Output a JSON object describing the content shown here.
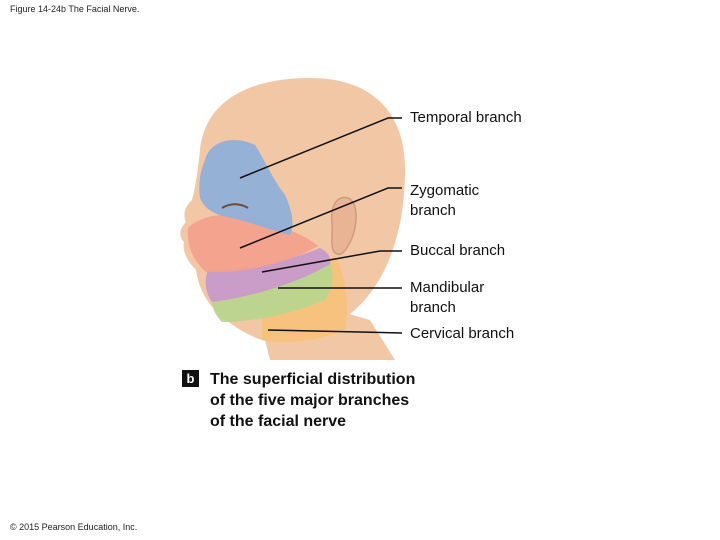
{
  "figure_title": "Figure 14-24b The Facial Nerve.",
  "labels": {
    "temporal": [
      "Temporal branch"
    ],
    "zygomatic": [
      "Zygomatic",
      "branch"
    ],
    "buccal": [
      "Buccal branch"
    ],
    "mandibular": [
      "Mandibular",
      "branch"
    ],
    "cervical": [
      "Cervical branch"
    ]
  },
  "caption": {
    "badge": "b",
    "lines": [
      "The superficial distribution",
      "of the five major branches",
      "of the facial nerve"
    ]
  },
  "copyright": "© 2015 Pearson Education, Inc.",
  "colors": {
    "skin": "#f2c7a6",
    "skin_shadow": "#e0a98a",
    "temporal": "#8fb1d8",
    "zygomatic": "#f2a18c",
    "buccal": "#c79ac9",
    "mandibular": "#b9d58e",
    "cervical": "#f7c27a",
    "leader": "#111111"
  }
}
